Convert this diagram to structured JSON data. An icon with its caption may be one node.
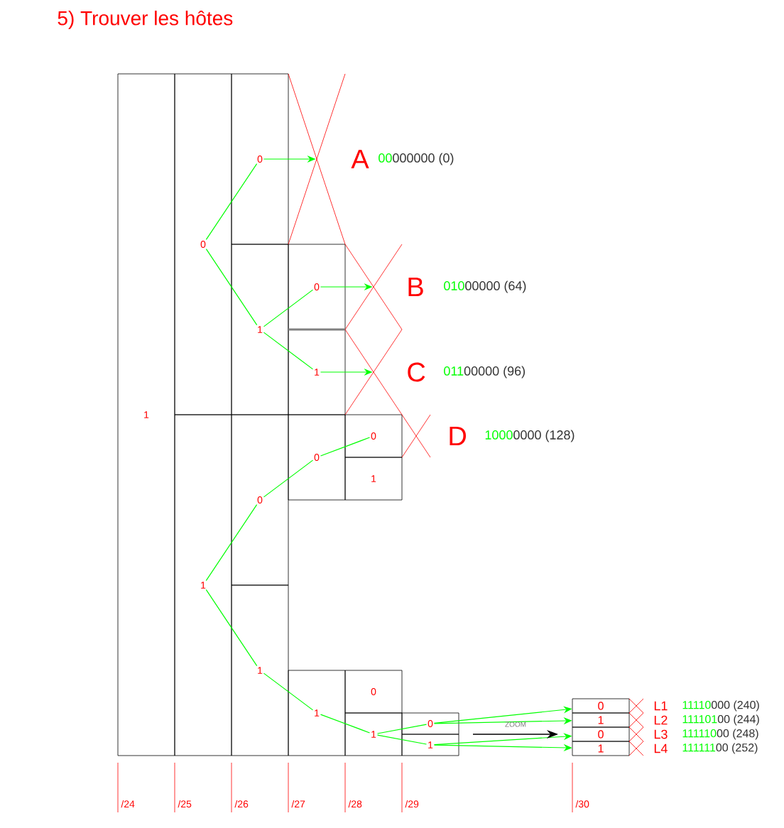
{
  "diagram": {
    "title": "5) Trouver les hôtes",
    "nodes": [
      {
        "text": [
          "1"
        ]
      },
      {
        "text": [
          "0"
        ]
      },
      {
        "text": [
          "1"
        ]
      },
      {
        "text": [
          "0"
        ]
      },
      {
        "text": [
          "1"
        ]
      },
      {
        "text": [
          "0"
        ]
      },
      {
        "text": [
          "1"
        ]
      },
      {
        "text": [
          "0"
        ]
      },
      {
        "text": [
          "1"
        ]
      },
      {
        "text": [
          "0"
        ]
      },
      {
        "text": [
          "1"
        ]
      },
      {
        "text": [
          "0"
        ]
      },
      {
        "text": [
          "1"
        ]
      },
      {
        "text": [
          "0"
        ]
      },
      {
        "text": [
          "1"
        ]
      },
      {
        "text": [
          "0"
        ]
      },
      {
        "text": [
          "1"
        ]
      },
      {
        "text": [
          "0"
        ],
        "beside": [
          "L1",
          "11110",
          "000 (240)"
        ]
      },
      {
        "text": [
          "1"
        ],
        "beside": [
          "L2",
          "111101",
          "00 (244)"
        ]
      },
      {
        "text": [
          "0"
        ],
        "beside": [
          "L3",
          "111110",
          "00 (248)"
        ]
      },
      {
        "text": [
          "1"
        ],
        "beside": [
          "L4",
          "111111",
          "00 (252)"
        ]
      },
      {
        "text": [
          "A"
        ],
        "beside": [
          "00",
          "000000 (0)"
        ]
      },
      {
        "text": [
          "B"
        ],
        "beside": [
          "010",
          "00000 (64)"
        ]
      },
      {
        "text": [
          "C"
        ],
        "beside": [
          "011",
          "00000 (96)"
        ]
      },
      {
        "text": [
          "D"
        ],
        "beside": [
          "1000",
          "0000 (128)"
        ]
      }
    ],
    "edges": [
      {
        "from": 1,
        "to": 3,
        "arrow": "none"
      },
      {
        "from": 3,
        "to": 21,
        "arrow": "to"
      },
      {
        "from": 1,
        "to": 4,
        "arrow": "none"
      },
      {
        "from": 4,
        "to": 7,
        "arrow": "none"
      },
      {
        "from": 7,
        "to": 22,
        "arrow": "to"
      },
      {
        "from": 4,
        "to": 8,
        "arrow": "none"
      },
      {
        "from": 8,
        "to": 23,
        "arrow": "to"
      },
      {
        "from": 2,
        "to": 5,
        "arrow": "none"
      },
      {
        "from": 5,
        "to": 9,
        "arrow": "none"
      },
      {
        "from": 9,
        "to": 11,
        "arrow": "none"
      },
      {
        "from": 2,
        "to": 6,
        "arrow": "none"
      },
      {
        "from": 6,
        "to": 10,
        "arrow": "none"
      },
      {
        "from": 10,
        "to": 14,
        "arrow": "none"
      },
      {
        "from": 14,
        "to": 15,
        "arrow": "none"
      },
      {
        "from": 14,
        "to": 16,
        "arrow": "none"
      },
      {
        "from": 15,
        "to": 17,
        "arrow": "to"
      },
      {
        "from": 15,
        "to": 18,
        "arrow": "to"
      },
      {
        "from": 16,
        "to": 19,
        "arrow": "to"
      },
      {
        "from": 16,
        "to": 20,
        "arrow": "to"
      }
    ],
    "labels": [
      "ZOOM",
      "/24",
      "/25",
      "/26",
      "/27",
      "/28",
      "/29",
      "/30"
    ]
  }
}
